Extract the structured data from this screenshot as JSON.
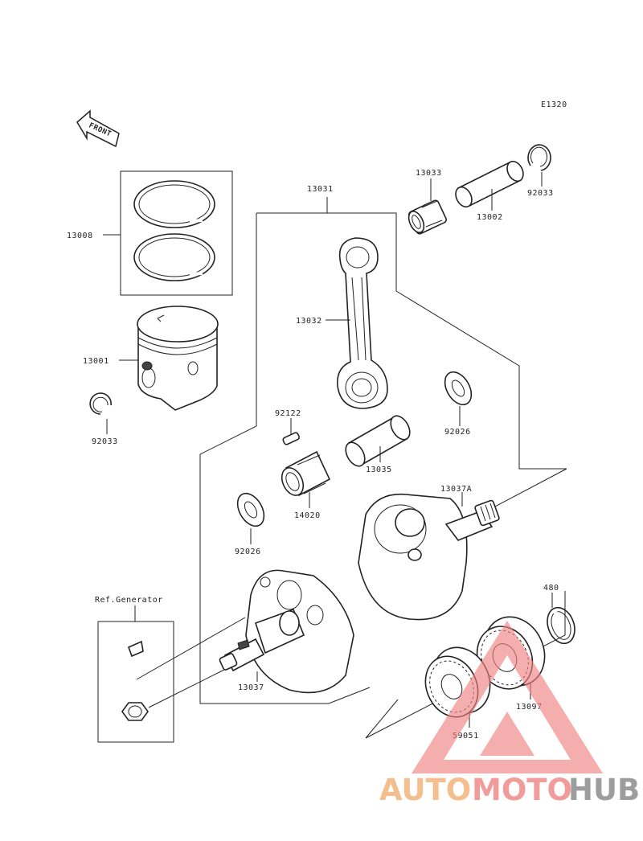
{
  "diagram": {
    "code": "E1320",
    "front_label": "FRONT",
    "ref_label": "Ref.Generator",
    "part_labels": {
      "p13008": "13008",
      "p13001": "13001",
      "p92033_left": "92033",
      "p13031": "13031",
      "p13033": "13033",
      "p92033_right": "92033",
      "p13002": "13002",
      "p13032": "13032",
      "p92122": "92122",
      "p92026_right": "92026",
      "p13035": "13035",
      "p14020": "14020",
      "p92026_left": "92026",
      "p13037A": "13037A",
      "p480": "480",
      "p13037": "13037",
      "p13097": "13097",
      "p59051": "59051"
    }
  },
  "watermark": {
    "part1": "AUTO",
    "part2": "MOTO",
    "part3": "HUB",
    "colors": {
      "auto": "#f3b37a",
      "moto": "#f08a8a",
      "hub": "#8c8c8c",
      "triangle": "#ee8080"
    }
  }
}
